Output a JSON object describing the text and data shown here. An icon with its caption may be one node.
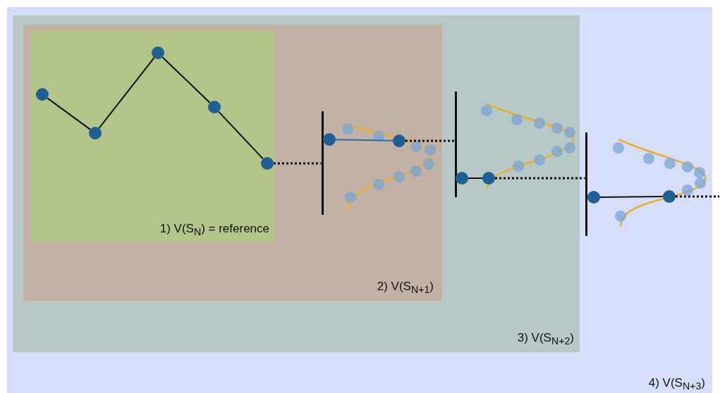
{
  "diagram": {
    "nodes": [
      {
        "text": [
          "4) V(S$_{N+3}$)"
        ]
      },
      {
        "text": [
          "3) V(S$_{N+2}$)"
        ],
        "in": 0
      },
      {
        "text": [
          "2) V(S$_{N+1}$)"
        ],
        "in": 1
      },
      {
        "text": [
          "1) V(S$_{N}$) = reference"
        ],
        "in": 2
      },
      {
        "text": [],
        "shape": "circle",
        "in": 3
      },
      {
        "text": [],
        "shape": "circle",
        "in": 3
      },
      {
        "text": [],
        "shape": "circle",
        "in": 3
      },
      {
        "text": [],
        "shape": "circle",
        "in": 3
      },
      {
        "text": [],
        "shape": "circle",
        "in": 3
      },
      {
        "text": [],
        "shape": "bar",
        "in": 2
      },
      {
        "text": [],
        "shape": "circle",
        "in": 2
      },
      {
        "text": [],
        "shape": "circle",
        "in": 2
      },
      {
        "text": [],
        "shape": "bar",
        "in": 1
      },
      {
        "text": [],
        "shape": "circle",
        "in": 1
      },
      {
        "text": [],
        "shape": "circle",
        "in": 1
      },
      {
        "text": [],
        "shape": "bar",
        "in": 0
      },
      {
        "text": [],
        "shape": "circle",
        "in": 0
      },
      {
        "text": [],
        "shape": "circle",
        "in": 0
      }
    ],
    "edges": [
      {
        "from": 4,
        "to": 5,
        "arrow": "none"
      },
      {
        "from": 5,
        "to": 6,
        "arrow": "none"
      },
      {
        "from": 6,
        "to": 7,
        "arrow": "none"
      },
      {
        "from": 7,
        "to": 8,
        "arrow": "none"
      },
      {
        "from": 8,
        "to": 9,
        "arrow": "none",
        "style": "dashed"
      },
      {
        "from": 10,
        "to": 11,
        "arrow": "none",
        "color": "#2e6da4"
      },
      {
        "from": 11,
        "to": 12,
        "arrow": "none",
        "style": "dashed"
      },
      {
        "from": 13,
        "to": 14,
        "arrow": "none"
      },
      {
        "from": 14,
        "to": 15,
        "arrow": "none",
        "style": "dashed"
      },
      {
        "from": 16,
        "to": 17,
        "arrow": "none"
      },
      {
        "from": 17,
        "to": null,
        "arrow": "none",
        "style": "dashed"
      }
    ]
  }
}
